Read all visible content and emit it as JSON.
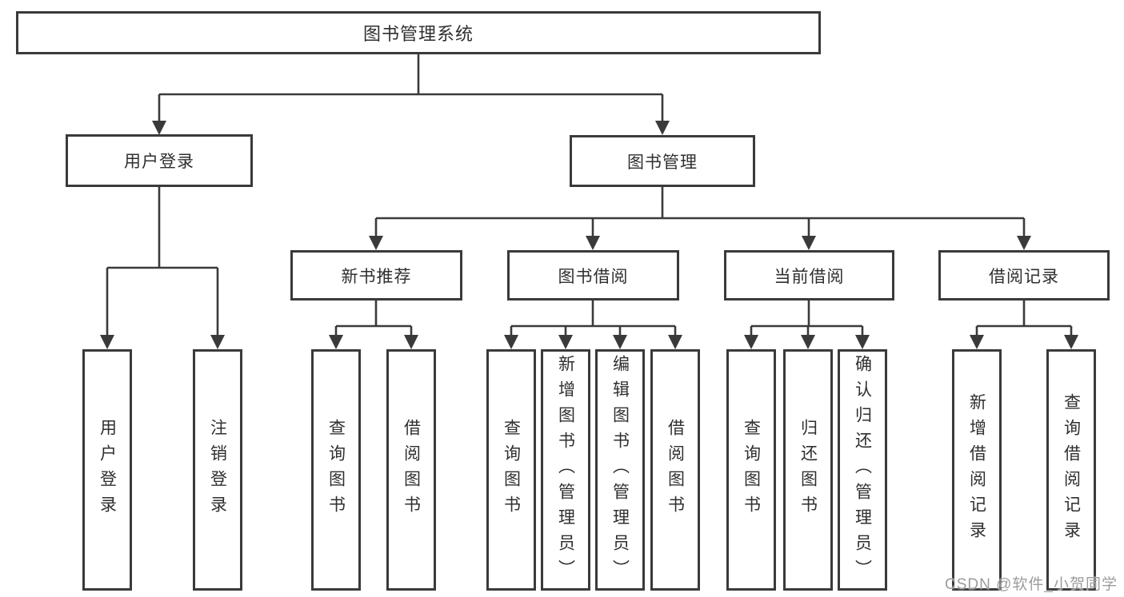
{
  "tree": {
    "label": "图书管理系统",
    "children": [
      {
        "label": "用户登录",
        "children": [
          {
            "label": "用户登录"
          },
          {
            "label": "注销登录"
          }
        ]
      },
      {
        "label": "图书管理",
        "children": [
          {
            "label": "新书推荐",
            "children": [
              {
                "label": "查询图书"
              },
              {
                "label": "借阅图书"
              }
            ]
          },
          {
            "label": "图书借阅",
            "children": [
              {
                "label": "查询图书"
              },
              {
                "label": "新增图书（管理员）"
              },
              {
                "label": "编辑图书（管理员）"
              },
              {
                "label": "借阅图书"
              }
            ]
          },
          {
            "label": "当前借阅",
            "children": [
              {
                "label": "查询图书"
              },
              {
                "label": "归还图书"
              },
              {
                "label": "确认归还（管理员）"
              }
            ]
          },
          {
            "label": "借阅记录",
            "children": [
              {
                "label": "新增借阅记录"
              },
              {
                "label": "查询借阅记录"
              }
            ]
          }
        ]
      }
    ]
  },
  "watermark": "CSDN @软件_小贺同学",
  "colors": {
    "line": "#3a3a3a",
    "text": "#2f2f2f",
    "watermark": "#9c9c9c",
    "background": "#ffffff"
  }
}
